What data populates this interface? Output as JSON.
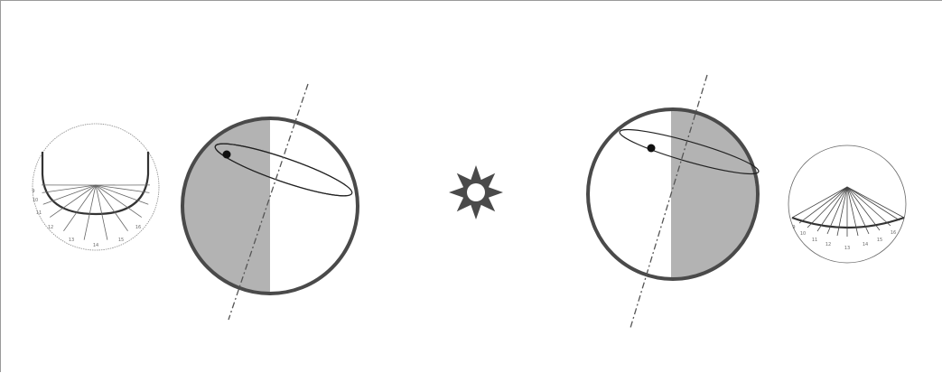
{
  "colors": {
    "background": "#ffffff",
    "earth_outline": "#4a4a4a",
    "night_shade": "#b3b3b3",
    "sun": "#4a4a4a",
    "axis_line": "#555555",
    "frame_border": "#9a9a9a",
    "sundial_line": "#666666",
    "sundial_heavy": "#333333"
  },
  "diagram": {
    "elements": {
      "sun": "sun-icon",
      "left_globe": "earth-globe-left",
      "right_globe": "earth-globe-right",
      "left_sundial": "sundial-hemisphere-left",
      "right_sundial": "sundial-hemisphere-right"
    },
    "left_sundial_labels": [
      "9",
      "10",
      "11",
      "12",
      "13",
      "14",
      "15",
      "16"
    ],
    "right_sundial_labels": [
      "9",
      "10",
      "11",
      "12",
      "13",
      "14",
      "15",
      "16"
    ]
  }
}
